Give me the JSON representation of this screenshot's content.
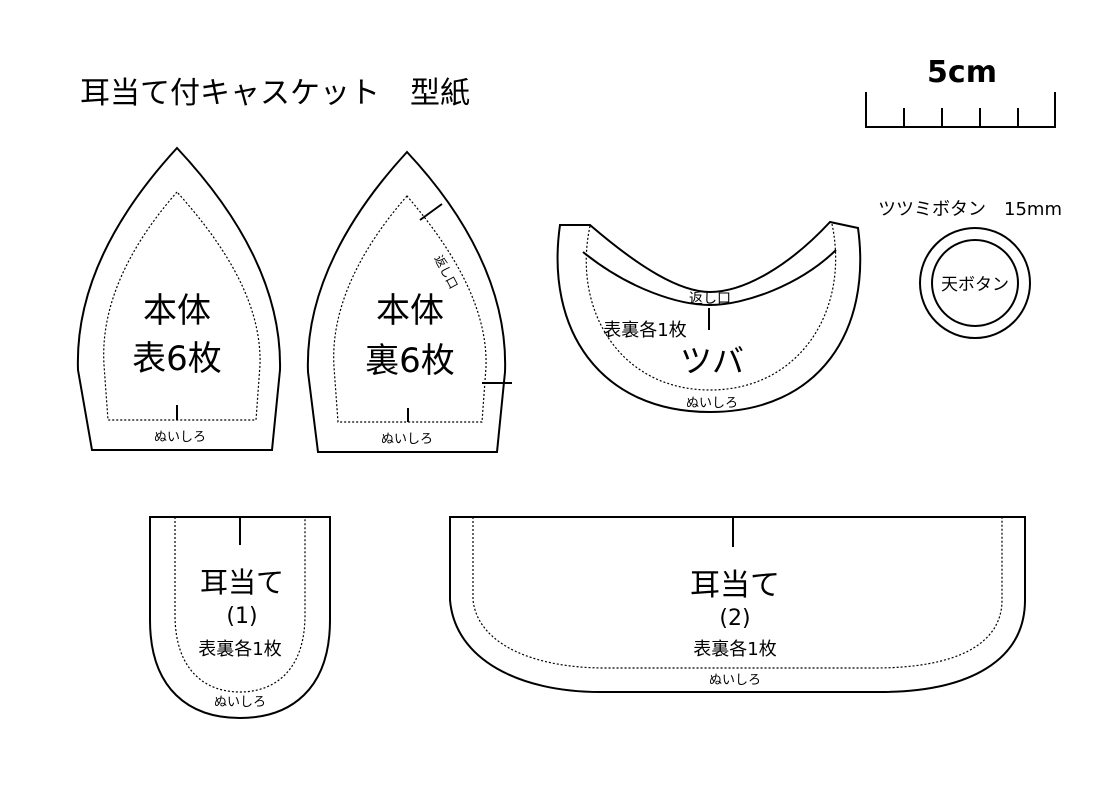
{
  "title": "耳当て付キャスケット　型紙",
  "scale": {
    "label": "5cm",
    "divisions": 5
  },
  "pieces": {
    "body_front": {
      "name": "本体",
      "count": "表6枚",
      "seam": "ぬいしろ"
    },
    "body_back": {
      "name": "本体",
      "count": "裏6枚",
      "seam": "ぬいしろ",
      "opening": "返し口"
    },
    "brim": {
      "name": "ツバ",
      "count": "表裏各1枚",
      "opening": "返し口",
      "seam": "ぬいしろ"
    },
    "button": {
      "heading": "ツツミボタン　15mm",
      "label": "天ボタン"
    },
    "ear1": {
      "name": "耳当て",
      "number": "(1)",
      "count": "表裏各1枚",
      "seam": "ぬいしろ"
    },
    "ear2": {
      "name": "耳当て",
      "number": "(2)",
      "count": "表裏各1枚",
      "seam": "ぬいしろ"
    }
  }
}
